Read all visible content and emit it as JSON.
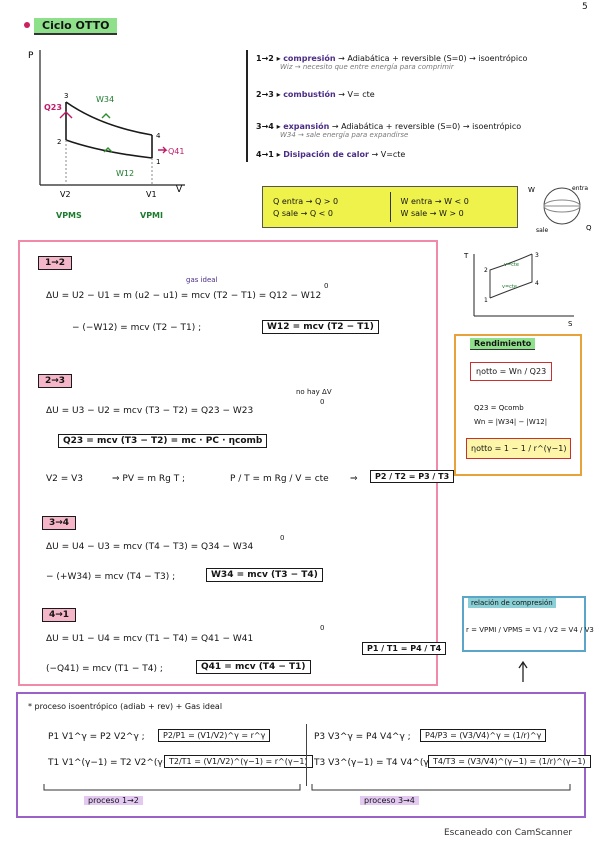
{
  "page": {
    "corner_mark": "5"
  },
  "header": {
    "title": "Ciclo OTTO"
  },
  "pv_diagram": {
    "p_axis": "P",
    "v_axis": "V",
    "q23": "Q23",
    "w34": "W34",
    "q41": "Q41",
    "w12": "W12",
    "pt1": "1",
    "pt2": "2",
    "pt3": "3",
    "pt4": "4",
    "v2": "V2",
    "v1": "V1",
    "vpms": "VPMS",
    "vpmi": "VPMI"
  },
  "processes_summary": [
    {
      "id": "1→2 ▸",
      "name": "compresión",
      "desc": "→ Adiabática + reversible (S=0) → isoentrópico",
      "note": "Wiz → necesito que entre energía para comprimir"
    },
    {
      "id": "2→3 ▸",
      "name": "combustión",
      "desc": "→ V= cte",
      "note": ""
    },
    {
      "id": "3→4 ▸",
      "name": "expansión",
      "desc": "→ Adiabática + reversible (S=0) → isoentrópico",
      "note": "W34 → sale energía para expandirse"
    },
    {
      "id": "4→1 ▸",
      "name": "Disipación de calor",
      "desc": "→ V=cte",
      "note": ""
    }
  ],
  "sign_box": {
    "col1": [
      "Q entra → Q > 0",
      "Q sale → Q < 0"
    ],
    "col2": [
      "W entra → W < 0",
      "W sale → W > 0"
    ]
  },
  "sphere": {
    "w": "W",
    "q": "Q",
    "entra": "entra",
    "sale": "sale"
  },
  "ts_diagram": {
    "t_axis": "T",
    "s_axis": "S",
    "vcte": "v=cte",
    "p1": "1",
    "p2": "2",
    "p3": "3",
    "p4": "4"
  },
  "left_panel": {
    "sec12": {
      "label": "1→2",
      "gas_note": "gas ideal",
      "eq1": "ΔU = U2 − U1 = m (u2 − u1) = mcv (T2 − T1) = Q12 − W12",
      "zero": "0",
      "eq2": "− (−W12) = mcv (T2 − T1)  ;",
      "box": "W12 = mcv (T2 − T1)"
    },
    "sec23": {
      "label": "2→3",
      "note": "no hay ΔV",
      "eq1": "ΔU = U3 − U2 = mcv (T3 − T2) = Q23 − W23",
      "zero": "0",
      "box": "Q23 = mcv (T3 − T2) = mc · PC · ηcomb",
      "eq3a": "V2 = V3",
      "eq3b": "⇒   PV = m Rg T   ;",
      "eq3c": "P / T = m Rg / V = cte",
      "eq3d": "⇒",
      "box2": "P2 / T2 = P3 / T3"
    },
    "sec34": {
      "label": "3→4",
      "eq1": "ΔU = U4 − U3 = mcv (T4 − T3) = Q34 − W34",
      "zero": "0",
      "eq2": "− (+W34) = mcv (T4 − T3)  ;",
      "box": "W34 = mcv (T3 − T4)"
    },
    "sec41": {
      "label": "4→1",
      "eq1": "ΔU = U1 − U4 = mcv (T1 − T4) = Q41 − W41",
      "zero": "0",
      "eq2": "(−Q41) = mcv (T1 − T4)  ;",
      "box": "Q41 = mcv (T4 − T1)",
      "box2": "P1 / T1 = P4 / T4"
    }
  },
  "rendimiento": {
    "title": "Rendimiento",
    "eq1": "ηotto = Wn / Q23",
    "q23": "Q23 = Qcomb",
    "wn": "Wn = |W34| − |W12|",
    "eq2": "ηotto = 1 − 1 / r^(γ−1)"
  },
  "compresion": {
    "title": "relación de compresión",
    "eq": "r = VPMI / VPMS = V1 / V2 = V4 / V3"
  },
  "bottom": {
    "title": "* proceso isoentrópico (adiab + rev) + Gas ideal",
    "l1a": "P1 V1^γ = P2 V2^γ   ;",
    "l1b": "P2/P1 = (V1/V2)^γ = r^γ",
    "l2a": "T1 V1^(γ−1) = T2 V2^(γ−1)   ;",
    "l2b": "T2/T1 = (V1/V2)^(γ−1) = r^(γ−1)",
    "r1a": "P3 V3^γ = P4 V4^γ   ;",
    "r1b": "P4/P3 = (V3/V4)^γ = (1/r)^γ",
    "r2a": "T3 V3^(γ−1) = T4 V4^(γ−1)   ;",
    "r2b": "T4/T3 = (V3/V4)^(γ−1) = (1/r)^(γ−1)",
    "brace_left": "proceso 1→2",
    "brace_right": "proceso 3→4"
  },
  "footer": {
    "scanner": "Escaneado con CamScanner"
  }
}
